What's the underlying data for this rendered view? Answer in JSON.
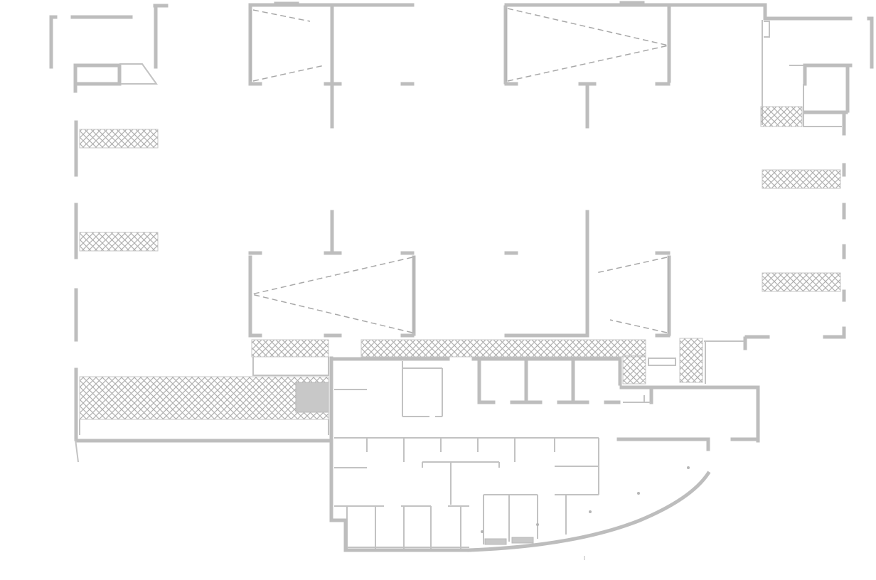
{
  "diagram": {
    "type": "architectural-floor-plan",
    "colors": {
      "background": "#ffffff",
      "wall": "#bdbdbd",
      "hatch": "#b0b0b0",
      "door_swing": "#a8a8a8"
    },
    "counts": {
      "hatched_zones": 11,
      "door_swings": 4
    }
  }
}
